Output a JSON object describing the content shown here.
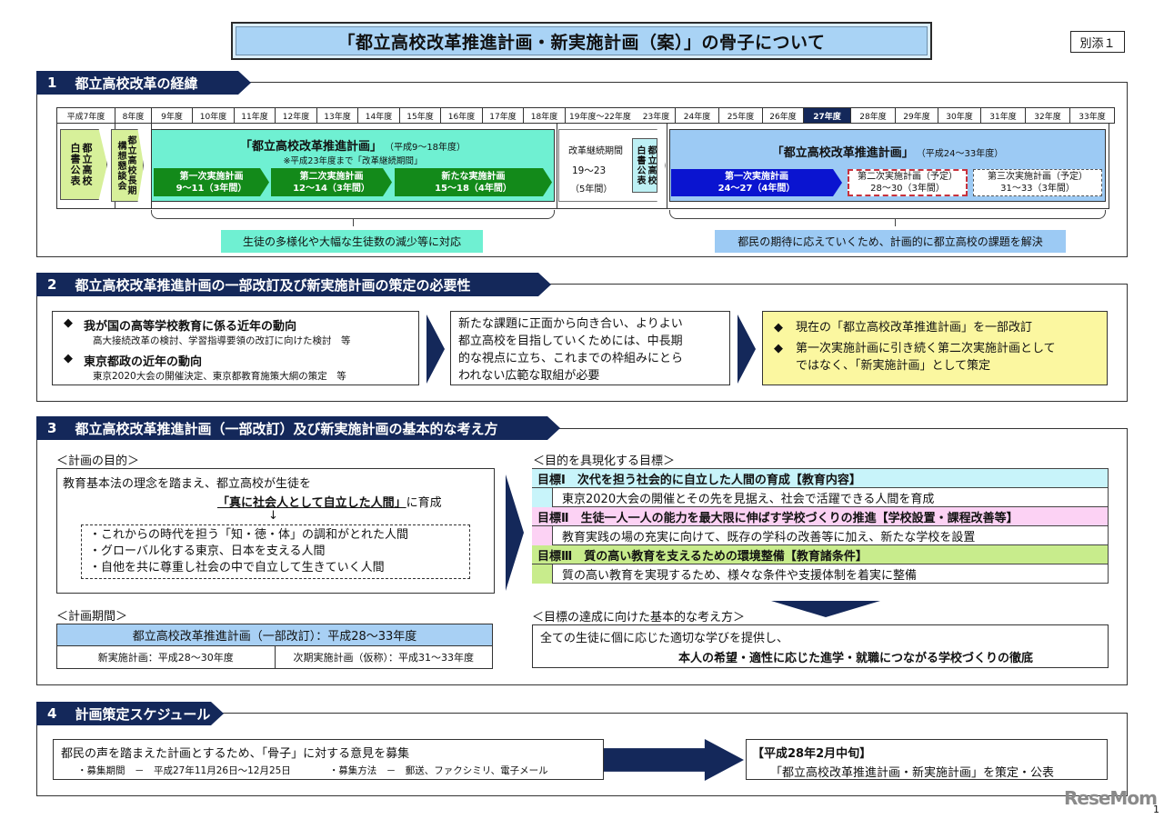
{
  "header": {
    "title": "「都立高校改革推進計画・新実施計画（案）」の骨子について",
    "annex_label": "別添１"
  },
  "section1": {
    "number": "1",
    "title": "都立高校改革の経緯",
    "years": [
      "平成7年度",
      "8年度",
      "9年度",
      "10年度",
      "11年度",
      "12年度",
      "13年度",
      "14年度",
      "15年度",
      "16年度",
      "17年度",
      "18年度",
      "19年度～22年度",
      "23年度",
      "24年度",
      "25年度",
      "26年度",
      "27年度",
      "28年度",
      "29年度",
      "30年度",
      "31年度",
      "32年度",
      "33年度"
    ],
    "current_year": "27年度",
    "white_paper_1": {
      "col1": "都立高校",
      "col2": "白書公表"
    },
    "long_term": {
      "col1": "都立高校長期",
      "col2": "構想懇談会"
    },
    "plan1": {
      "title": "「都立高校改革推進計画」",
      "period": "（平成9～18年度）",
      "note": "※平成23年度まで「改革継続期間」",
      "phases": [
        {
          "name": "第一次実施計画",
          "range": "9～11（3年間）"
        },
        {
          "name": "第二次実施計画",
          "range": "12～14（3年間）"
        },
        {
          "name": "新たな実施計画",
          "range": "15～18（4年間）"
        }
      ]
    },
    "continuation": {
      "label": "改革継続期間",
      "range": "19～23",
      "years": "（5年間）"
    },
    "white_paper_2": {
      "col1": "都立高校",
      "col2": "白書公表"
    },
    "plan2": {
      "title": "「都立高校改革推進計画」",
      "period": "（平成24～33年度）",
      "phases": [
        {
          "name": "第一次実施計画",
          "range": "24～27（4年間）",
          "status": "current"
        },
        {
          "name": "第二次実施計画（予定）",
          "range": "28～30（3年間）",
          "status": "planned"
        },
        {
          "name": "第三次実施計画（予定）",
          "range": "31～33（3年間）",
          "status": "planned"
        }
      ]
    },
    "callout_left": "生徒の多様化や大幅な生徒数の減少等に対応",
    "callout_right": "都民の期待に応えていくため、計画的に都立高校の課題を解決"
  },
  "section2": {
    "number": "2",
    "title": "都立高校改革推進計画の一部改訂及び新実施計画の策定の必要性",
    "trends": [
      {
        "heading": "我が国の高等学校教育に係る近年の動向",
        "detail": "高大接続改革の検討、学習指導要領の改訂に向けた検討　等"
      },
      {
        "heading": "東京都政の近年の動向",
        "detail": "東京2020大会の開催決定、東京都教育施策大綱の策定　等"
      }
    ],
    "need_lines": [
      "新たな課題に正面から向き合い、よりよい",
      "都立高校を目指していくためには、中長期",
      "的な視点に立ち、これまでの枠組みにとら",
      "われない広範な取組が必要"
    ],
    "conclusions": [
      {
        "line1": "現在の「都立高校改革推進計画」を一部改訂",
        "line2": ""
      },
      {
        "line1": "第一次実施計画に引き続く第二次実施計画として",
        "line2": "ではなく、「新実施計画」として策定"
      }
    ],
    "bullet": "◆"
  },
  "section3": {
    "number": "3",
    "title": "都立高校改革推進計画（一部改訂）及び新実施計画の基本的な考え方",
    "purpose": {
      "label": "＜計画の目的＞",
      "line1": "教育基本法の理念を踏まえ、都立高校が生徒を",
      "emphasis": "「真に社会人として自立した人間」",
      "suffix": "に育成",
      "arrow": "↓",
      "items": [
        "・これからの時代を担う「知・徳・体」の調和がとれた人間",
        "・グローバル化する東京、日本を支える人間",
        "・自他を共に尊重し社会の中で自立して生きていく人間"
      ]
    },
    "period": {
      "label": "＜計画期間＞",
      "main": "都立高校改革推進計画（一部改訂）：平成28～33年度",
      "left": "新実施計画：平成28～30年度",
      "right": "次期実施計画（仮称）：平成31～33年度"
    },
    "goals": {
      "label": "＜目的を具現化する目標＞",
      "items": [
        {
          "heading": "目標Ⅰ　次代を担う社会的に自立した人間の育成【教育内容】",
          "detail": "東京2020大会の開催とその先を見据え、社会で活躍できる人間を育成",
          "color": "#c8f4fa"
        },
        {
          "heading": "目標Ⅱ　生徒一人一人の能力を最大限に伸ばす学校づくりの推進【学校設置・課程改善等】",
          "detail": "教育実践の場の充実に向けて、既存の学科の改善等に加え、新たな学校を設置",
          "color": "#fcd2f4"
        },
        {
          "heading": "目標Ⅲ　質の高い教育を支えるための環境整備【教育諸条件】",
          "detail": "質の高い教育を実現するため、様々な条件や支援体制を着実に整備",
          "color": "#c8ec8c"
        }
      ]
    },
    "approach": {
      "label": "＜目標の達成に向けた基本的な考え方＞",
      "line1": "全ての生徒に個に応じた適切な学びを提供し、",
      "line2": "本人の希望・適性に応じた進学・就職につながる学校づくりの徹底"
    }
  },
  "section4": {
    "number": "4",
    "title": "計画策定スケジュール",
    "consultation": {
      "line1": "都民の声を踏まえた計画とするため、「骨子」に対する意見を募集",
      "period": "・募集期間　－　平成27年11月26日～12月25日",
      "method": "・募集方法　－　郵送、ファクシミリ、電子メール"
    },
    "result": {
      "date": "【平成28年2月中旬】",
      "text": "「都立高校改革推進計画・新実施計画」を策定・公表"
    }
  },
  "footer": {
    "watermark": "ReseMom",
    "page_number": "1"
  },
  "colors": {
    "navy": "#14285a",
    "title_blue": "#a9d3f5",
    "plan1_teal": "#6ff0d2",
    "plan2_blue": "#9ccaf4",
    "phase_green": "#138a1a",
    "phase_blue": "#0a14d0",
    "yellow": "#fbf7a0",
    "chevron_lime": "#d7f09a"
  }
}
